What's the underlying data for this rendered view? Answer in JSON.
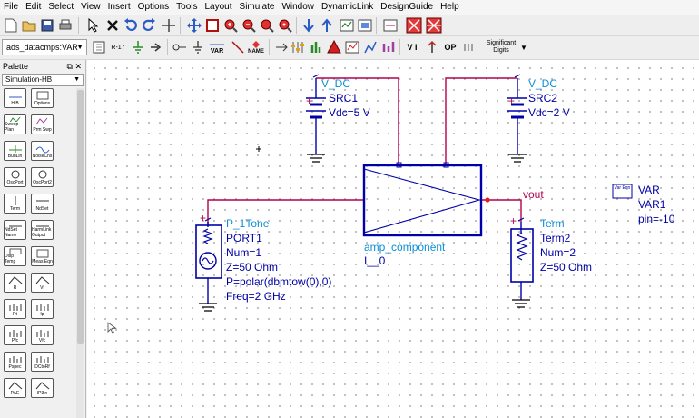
{
  "menu": [
    "File",
    "Edit",
    "Select",
    "View",
    "Insert",
    "Options",
    "Tools",
    "Layout",
    "Simulate",
    "Window",
    "DynamicLink",
    "DesignGuide",
    "Help"
  ],
  "toolbar": {
    "library_value": "ads_datacmps:VAR",
    "var_label": "VAR",
    "name_label": "NAME",
    "r17_label": "R-17",
    "significant_digits_label": "Significant Digits",
    "vi_label": "V I",
    "op_label": "OP"
  },
  "palette": {
    "title": "Palette",
    "category": "Simulation-HB",
    "items": [
      "H B",
      "Options",
      "Sweep Plan",
      "Prm Swp",
      "BudLin",
      "NoiseCns",
      "OscPort",
      "OscPort2",
      "Term",
      "NdSet",
      "NdSet Name",
      "HarmLink Output",
      "Disp Temp",
      "Meas Eqn",
      "R",
      "Vt",
      "Pt",
      "Ip",
      "Pfc",
      "Vfc",
      "Pspec",
      "DCtoRf",
      "PAE",
      "IP3in"
    ]
  },
  "schematic": {
    "src1": {
      "type": "V_DC",
      "name": "SRC1",
      "param": "Vdc=5 V"
    },
    "src2": {
      "type": "V_DC",
      "name": "SRC2",
      "param": "Vdc=2 V"
    },
    "port": {
      "type": "P_1Tone",
      "name": "PORT1",
      "params": [
        "Num=1",
        "Z=50 Ohm",
        "P=polar(dbmtow(0),0)",
        "Freq=2 GHz"
      ]
    },
    "amp": {
      "type": "amp_component",
      "name": "I__0"
    },
    "term": {
      "type": "Term",
      "name": "Term2",
      "params": [
        "Num=2",
        "Z=50 Ohm"
      ]
    },
    "node_label": "vout",
    "var": {
      "icon_text": "Var Eqn",
      "type": "VAR",
      "name": "VAR1",
      "param": "pin=-10"
    },
    "plus_sign": "+"
  },
  "colors": {
    "wire": "#b4004e",
    "component": "#0000a8",
    "label_type": "#0a8fd6",
    "ground": "#000000"
  }
}
